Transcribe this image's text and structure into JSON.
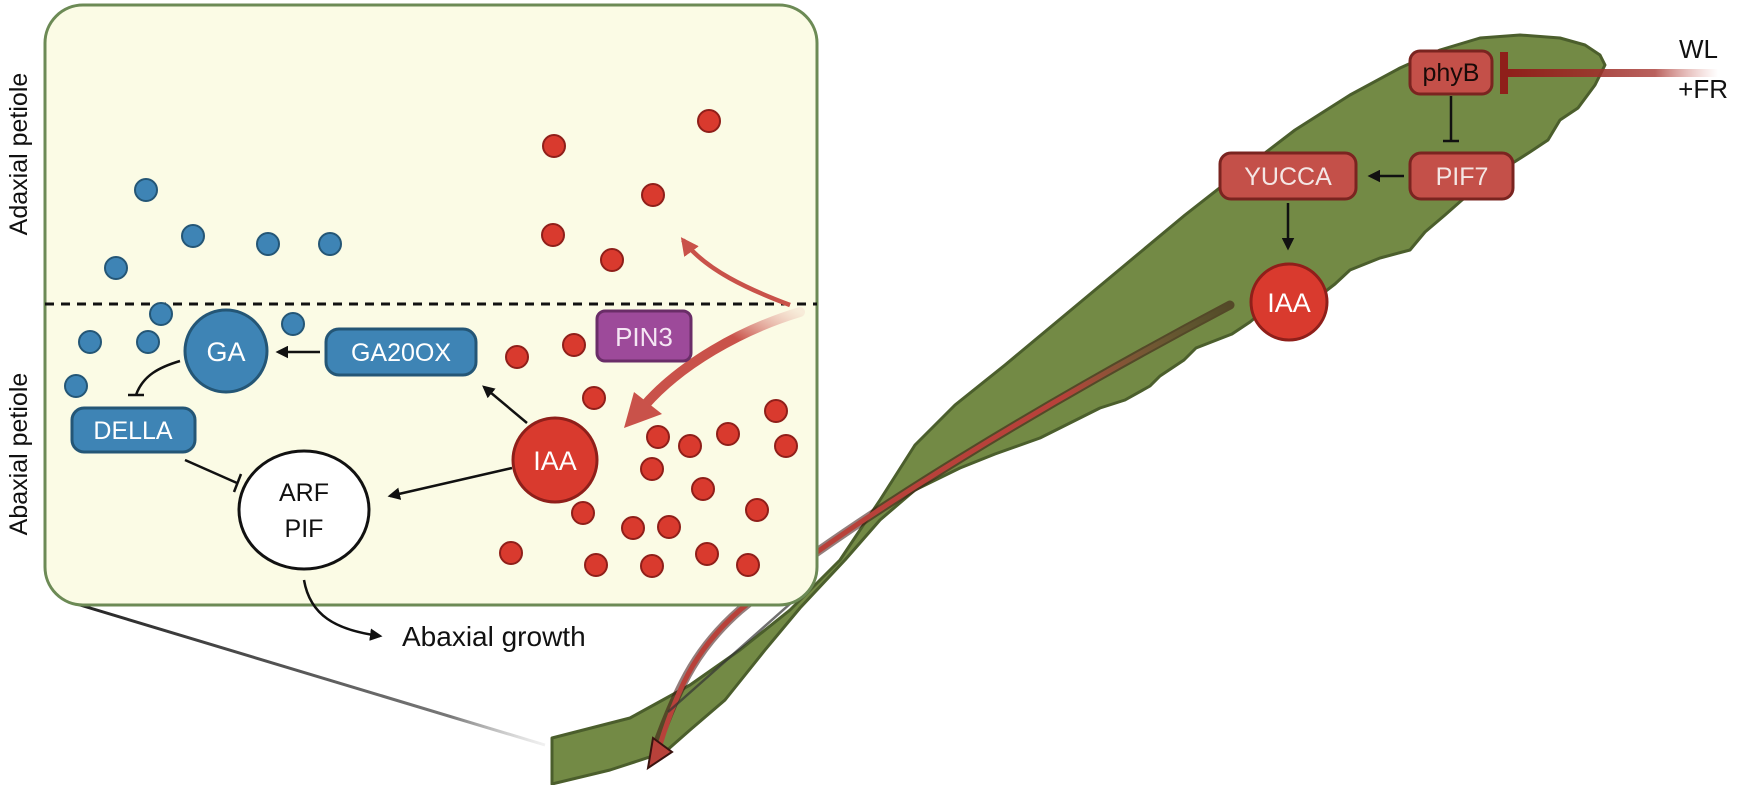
{
  "side_labels": {
    "adaxial": "Adaxial petiole",
    "abaxial": "Abaxial petiole"
  },
  "light": {
    "line1": "WL",
    "line2": "+FR"
  },
  "leaf_nodes": {
    "phyb": "phyB",
    "pif7": "PIF7",
    "yucca": "YUCCA",
    "iaa": "IAA"
  },
  "inset_nodes": {
    "pin3": "PIN3",
    "ga": "GA",
    "ga20ox": "GA20OX",
    "della": "DELLA",
    "arf": "ARF",
    "pif": "PIF",
    "iaa": "IAA"
  },
  "outcome": "Abaxial growth",
  "colors": {
    "leaf": "#738a45",
    "leaf_stroke": "#4b5e2c",
    "inset_bg": "#fbfbe5",
    "inset_border": "#6c8a55",
    "blue": "#3e84b5",
    "blue_dark": "#245676",
    "red": "#d93a2e",
    "red_dark": "#8f1f1a",
    "node_red": "#c45049",
    "node_red_dark": "#7a2420",
    "purple": "#9d4a9a",
    "purple_dark": "#6a2d68",
    "arrow_red": "#c9524a"
  }
}
